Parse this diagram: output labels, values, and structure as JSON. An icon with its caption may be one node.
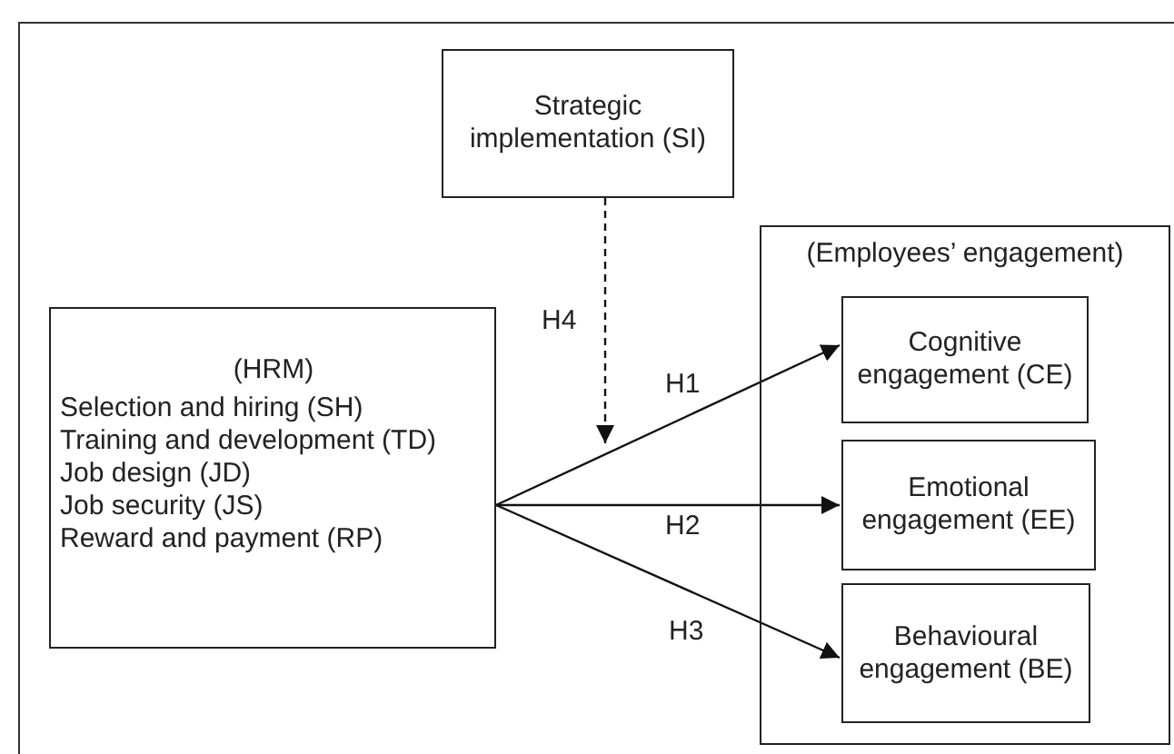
{
  "diagram": {
    "nodes": [
      {
        "text": [
          "Strategic implementation (SI)"
        ]
      },
      {
        "text": [
          "(HRM)",
          "Selection and hiring (SH)",
          "Training and development (TD)",
          "Job design (JD)",
          "Job security (JS)",
          "Reward and payment (RP)"
        ]
      },
      {
        "text": [
          "(Employees’ engagement)"
        ]
      },
      {
        "text": [
          "Cognitive engagement (CE)"
        ],
        "in": 2
      },
      {
        "text": [
          "Emotional engagement (EE)"
        ],
        "in": 2
      },
      {
        "text": [
          "Behavioural engagement (BE)"
        ],
        "in": 2
      }
    ],
    "edges": [
      {
        "from": 1,
        "to": 3,
        "arrow": "to",
        "label": "H1"
      },
      {
        "from": 1,
        "to": 4,
        "arrow": "to",
        "label": "H2"
      },
      {
        "from": 1,
        "to": 5,
        "arrow": "to",
        "label": "H3"
      },
      {
        "from": 0,
        "to": null,
        "arrow": "to",
        "label": "H4",
        "style": "dashed"
      }
    ]
  }
}
